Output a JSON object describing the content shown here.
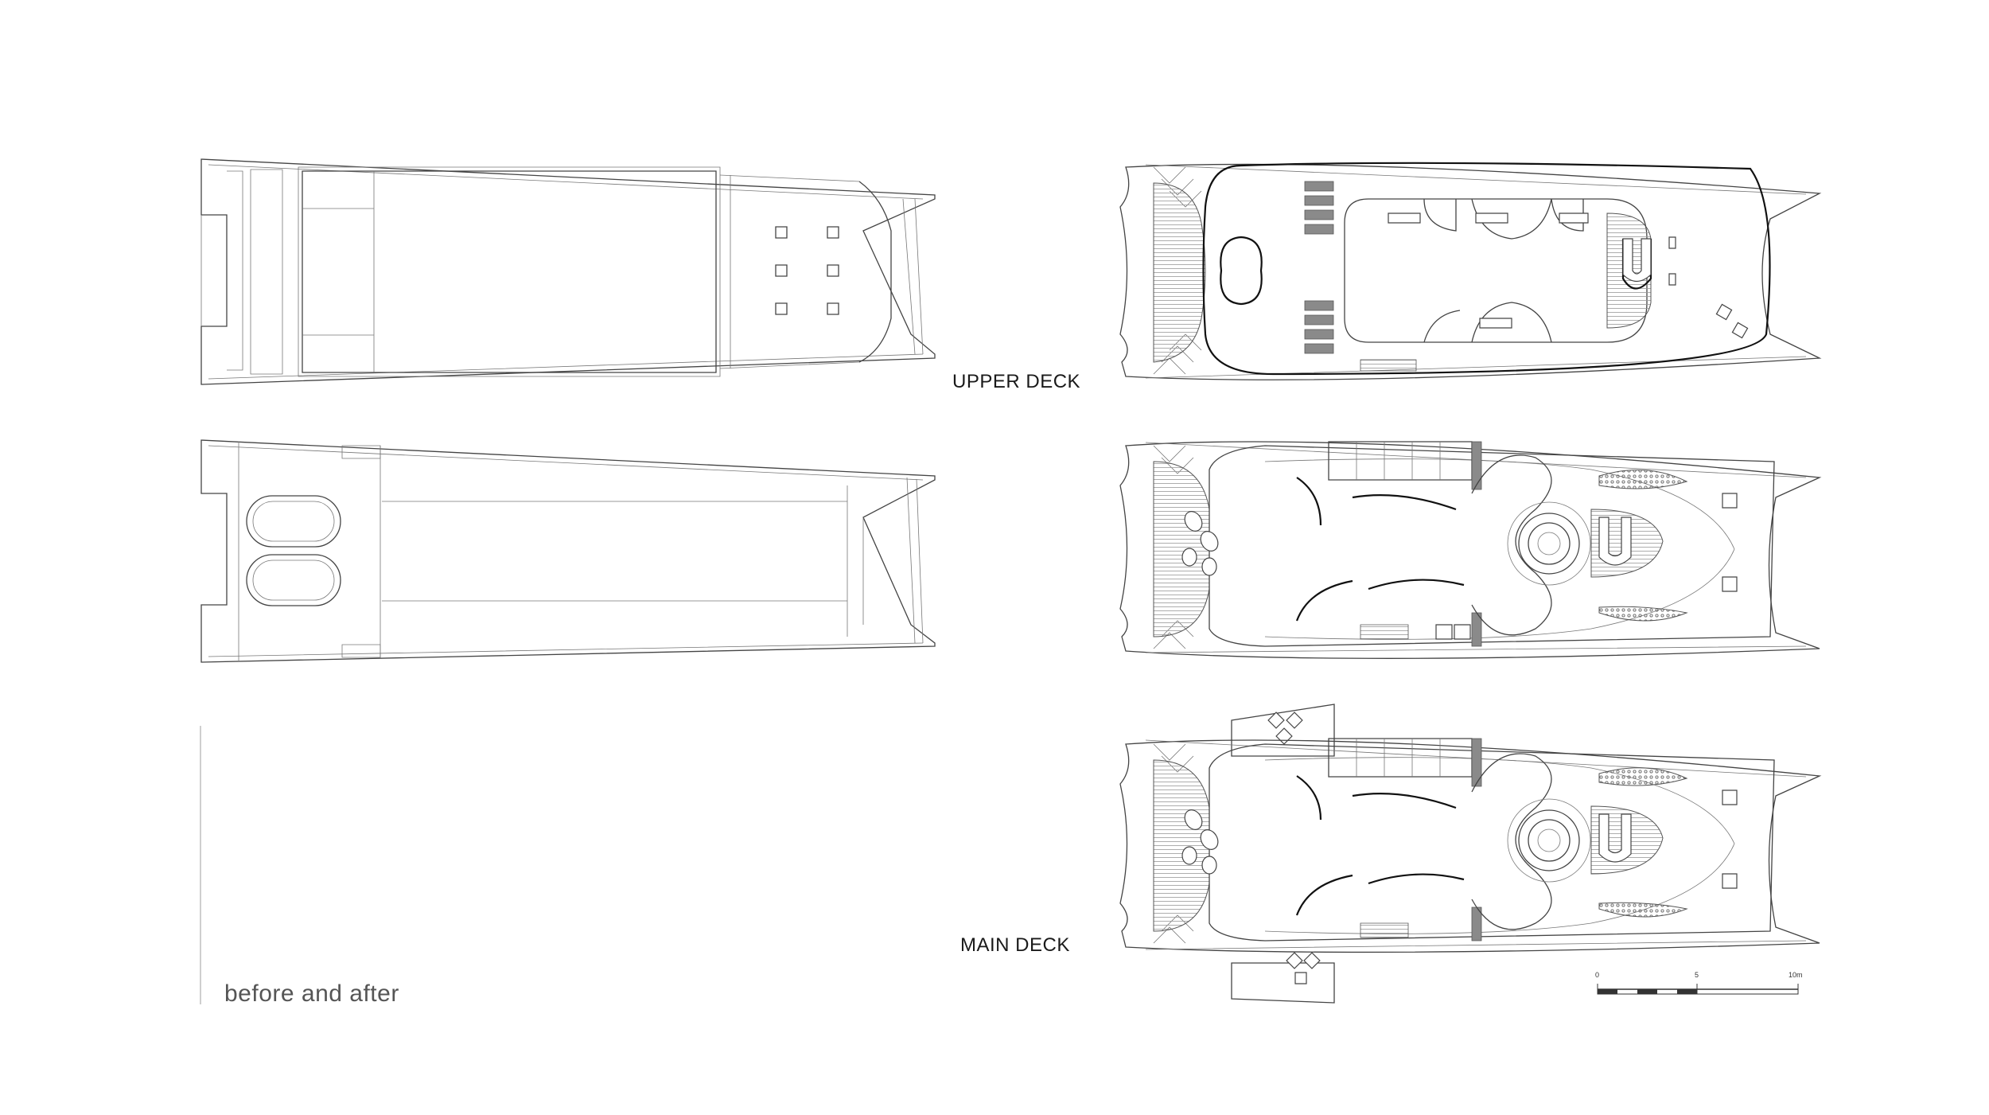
{
  "labels": {
    "upper_deck": "UPPER DECK",
    "main_deck": "MAIN DECK",
    "caption": "before and after"
  },
  "scale_bar": {
    "ticks": [
      "0",
      "5",
      "10m"
    ]
  },
  "colors": {
    "line": "#444444",
    "dark": "#111111",
    "gray_fill": "#8a8a8a",
    "caption": "#555555"
  }
}
